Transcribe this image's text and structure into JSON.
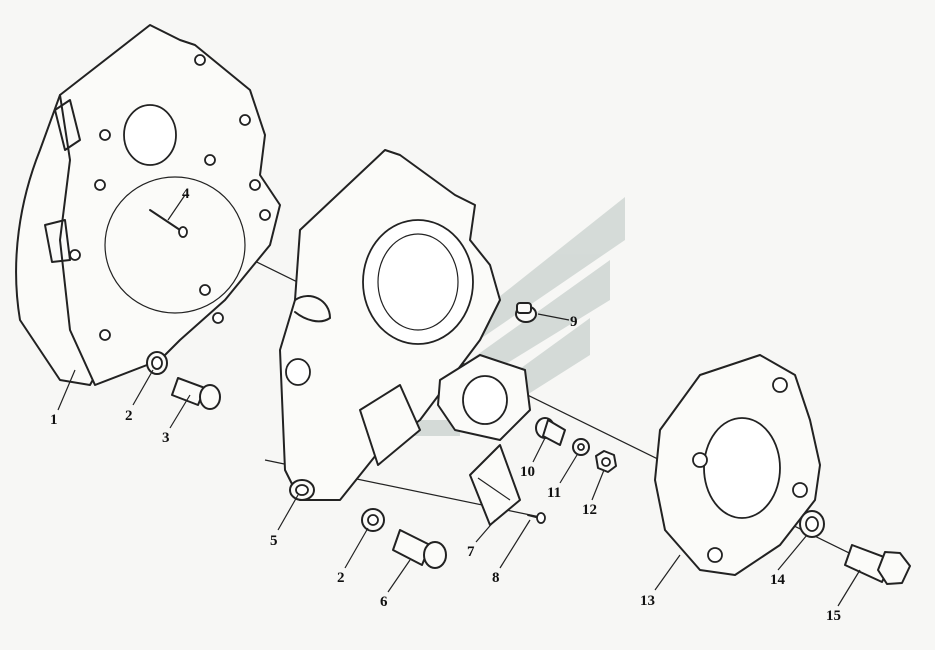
{
  "callouts": [
    {
      "id": "1",
      "label": "1"
    },
    {
      "id": "2a",
      "label": "2"
    },
    {
      "id": "3",
      "label": "3"
    },
    {
      "id": "4",
      "label": "4"
    },
    {
      "id": "5",
      "label": "5"
    },
    {
      "id": "2b",
      "label": "2"
    },
    {
      "id": "6",
      "label": "6"
    },
    {
      "id": "7",
      "label": "7"
    },
    {
      "id": "8",
      "label": "8"
    },
    {
      "id": "9",
      "label": "9"
    },
    {
      "id": "10",
      "label": "10"
    },
    {
      "id": "11",
      "label": "11"
    },
    {
      "id": "12",
      "label": "12"
    },
    {
      "id": "13",
      "label": "13"
    },
    {
      "id": "14",
      "label": "14"
    },
    {
      "id": "15",
      "label": "15"
    }
  ],
  "colors": {
    "ink": "#222222",
    "background": "#f7f7f5",
    "watermark": "#b9c4c0"
  },
  "watermark_icon": "stylized-wing-logo-icon"
}
